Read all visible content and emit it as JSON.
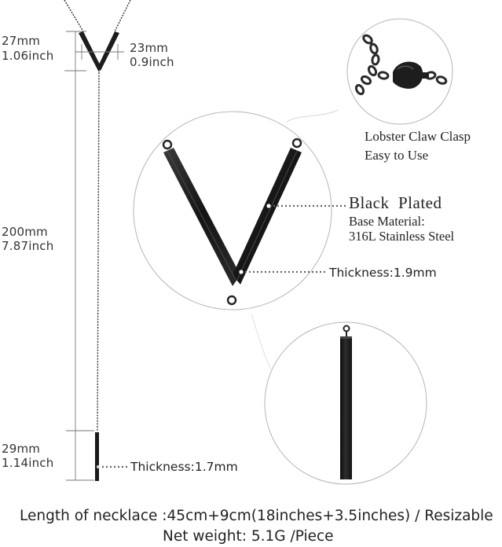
{
  "dimensions": {
    "top_length_mm": "27mm",
    "top_length_inch": "1.06inch",
    "v_width_mm": "23mm",
    "v_width_inch": "0.9inch",
    "chain_length_mm": "200mm",
    "chain_length_inch": "7.87inch",
    "bar_length_mm": "29mm",
    "bar_length_inch": "1.14inch"
  },
  "clasp": {
    "line1": "Lobster Claw Clasp",
    "line2": "Easy to Use"
  },
  "material": {
    "title": "Black  Plated",
    "line1": "Base Material:",
    "line2": "316L Stainless Steel"
  },
  "thickness": {
    "v_bar": "Thickness:1.9mm",
    "drop_bar": "Thickness:1.7mm"
  },
  "footer": {
    "length": "Length of necklace :45cm+9cm(18inches+3.5inches) / Resizable",
    "weight": "Net weight: 5.1G /Piece"
  },
  "colors": {
    "metal": "#1c1c1c",
    "guide": "#777777",
    "circle": "#b5b5b5"
  }
}
